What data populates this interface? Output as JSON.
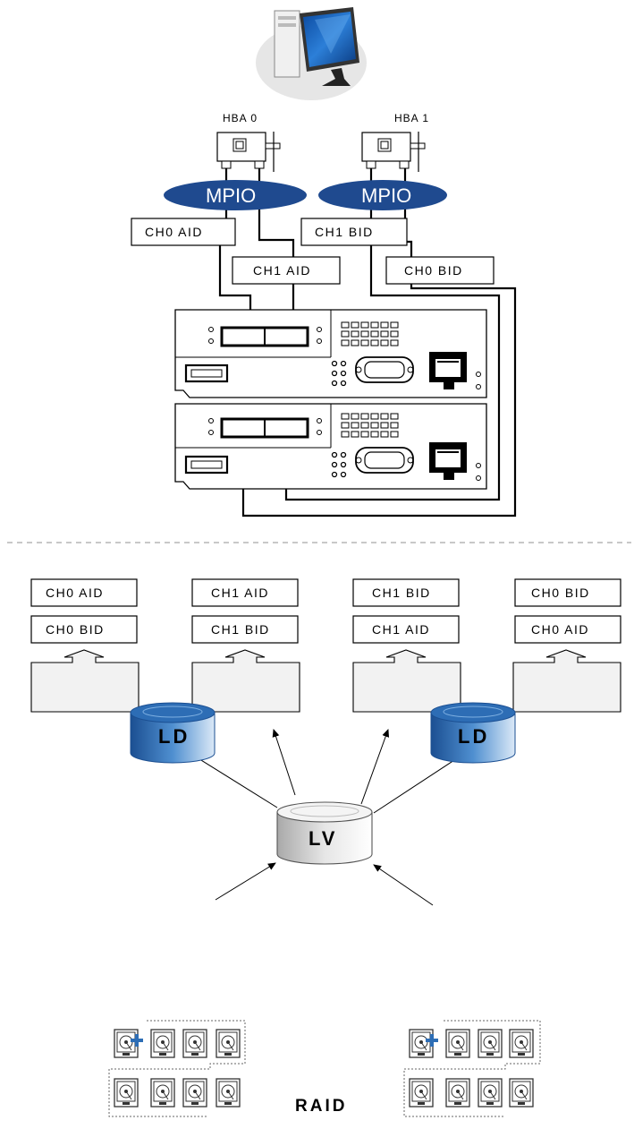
{
  "hba": {
    "hba0": "HBA 0",
    "hba1": "HBA 1",
    "mpio": "MPIO"
  },
  "cables": {
    "ch0_aid": "CH0 AID",
    "ch1_aid": "CH1 AID",
    "ch1_bid": "CH1 BID",
    "ch0_bid": "CH0 BID"
  },
  "mappings": [
    {
      "primary": "CH0 AID",
      "secondary": "CH0 BID"
    },
    {
      "primary": "CH1 AID",
      "secondary": "CH1 BID"
    },
    {
      "primary": "CH1 BID",
      "secondary": "CH1 AID"
    },
    {
      "primary": "CH0 BID",
      "secondary": "CH0 AID"
    }
  ],
  "volumes": {
    "lv": "LV",
    "ld": "LD",
    "raid": "RAID"
  },
  "colors": {
    "mpio": "#1f4a8f",
    "ld_blue": "#2d6db5",
    "line": "#000000",
    "dash": "#c8c8c8"
  }
}
